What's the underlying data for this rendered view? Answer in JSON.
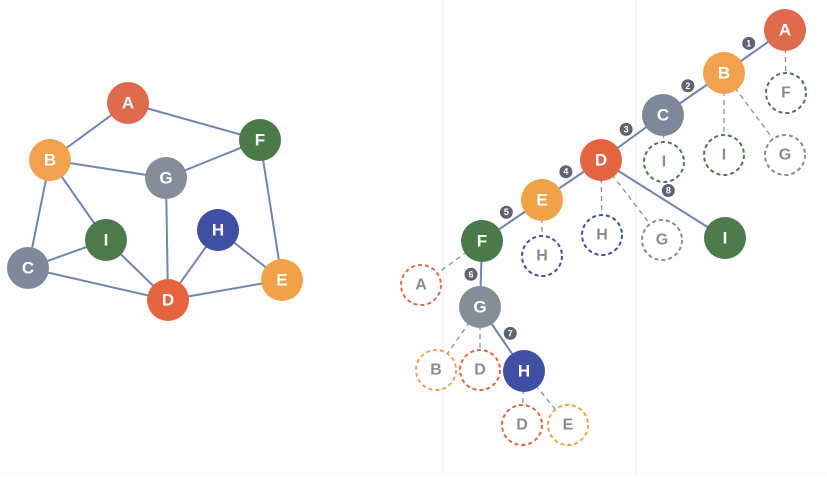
{
  "colors": {
    "A": "#e06a4e",
    "B": "#f2a14f",
    "C": "#7d8898",
    "D": "#e5643f",
    "E": "#f0a248",
    "F": "#4a7a48",
    "G": "#858d99",
    "H": "#3f4fa3",
    "I": "#4d7a4b"
  },
  "graph": {
    "nodes": [
      {
        "id": "A",
        "label": "A"
      },
      {
        "id": "B",
        "label": "B"
      },
      {
        "id": "C",
        "label": "C"
      },
      {
        "id": "D",
        "label": "D"
      },
      {
        "id": "E",
        "label": "E"
      },
      {
        "id": "F",
        "label": "F"
      },
      {
        "id": "G",
        "label": "G"
      },
      {
        "id": "H",
        "label": "H"
      },
      {
        "id": "I",
        "label": "I"
      }
    ],
    "edges": [
      [
        "A",
        "B"
      ],
      [
        "A",
        "F"
      ],
      [
        "B",
        "G"
      ],
      [
        "B",
        "I"
      ],
      [
        "B",
        "C"
      ],
      [
        "C",
        "I"
      ],
      [
        "C",
        "D"
      ],
      [
        "I",
        "D"
      ],
      [
        "G",
        "F"
      ],
      [
        "G",
        "D"
      ],
      [
        "F",
        "E"
      ],
      [
        "H",
        "D"
      ],
      [
        "H",
        "E"
      ],
      [
        "D",
        "E"
      ]
    ]
  },
  "tree": {
    "nodes": [
      {
        "id": "tA",
        "label": "A",
        "color_key": "A",
        "ghost": false
      },
      {
        "id": "tB",
        "label": "B",
        "color_key": "B",
        "ghost": false
      },
      {
        "id": "tC",
        "label": "C",
        "color_key": "C",
        "ghost": false
      },
      {
        "id": "tD",
        "label": "D",
        "color_key": "D",
        "ghost": false
      },
      {
        "id": "tE",
        "label": "E",
        "color_key": "E",
        "ghost": false
      },
      {
        "id": "tF",
        "label": "F",
        "color_key": "F",
        "ghost": false
      },
      {
        "id": "tG",
        "label": "G",
        "color_key": "G",
        "ghost": false
      },
      {
        "id": "tH",
        "label": "H",
        "color_key": "H",
        "ghost": false
      },
      {
        "id": "tI",
        "label": "I",
        "color_key": "I",
        "ghost": false
      },
      {
        "id": "gF1",
        "label": "F",
        "color_key": "F",
        "ghost": true
      },
      {
        "id": "gI1",
        "label": "I",
        "color_key": "I",
        "ghost": true
      },
      {
        "id": "gG1",
        "label": "G",
        "color_key": "G",
        "ghost": true
      },
      {
        "id": "gI2",
        "label": "I",
        "color_key": "I",
        "ghost": true
      },
      {
        "id": "gH1",
        "label": "H",
        "color_key": "H",
        "ghost": true
      },
      {
        "id": "gG2",
        "label": "G",
        "color_key": "G",
        "ghost": true
      },
      {
        "id": "gH2",
        "label": "H",
        "color_key": "H",
        "ghost": true
      },
      {
        "id": "gA1",
        "label": "A",
        "color_key": "A",
        "ghost": true
      },
      {
        "id": "gB1",
        "label": "B",
        "color_key": "B",
        "ghost": true
      },
      {
        "id": "gD1",
        "label": "D",
        "color_key": "D",
        "ghost": true
      },
      {
        "id": "gD2",
        "label": "D",
        "color_key": "D",
        "ghost": true
      },
      {
        "id": "gE1",
        "label": "E",
        "color_key": "E",
        "ghost": true
      }
    ],
    "edges": [
      {
        "from": "tA",
        "to": "tB",
        "step": "1"
      },
      {
        "from": "tB",
        "to": "tC",
        "step": "2"
      },
      {
        "from": "tC",
        "to": "tD",
        "step": "3"
      },
      {
        "from": "tD",
        "to": "tE",
        "step": "4"
      },
      {
        "from": "tE",
        "to": "tF",
        "step": "5"
      },
      {
        "from": "tF",
        "to": "tG",
        "step": "6"
      },
      {
        "from": "tG",
        "to": "tH",
        "step": "7"
      },
      {
        "from": "tD",
        "to": "tI",
        "step": "8"
      }
    ],
    "dashed_edges": [
      [
        "tA",
        "gF1"
      ],
      [
        "tB",
        "gI1"
      ],
      [
        "tB",
        "gG1"
      ],
      [
        "tC",
        "gI2"
      ],
      [
        "tD",
        "gH1"
      ],
      [
        "tD",
        "gG2"
      ],
      [
        "tE",
        "gH2"
      ],
      [
        "tF",
        "gA1"
      ],
      [
        "tG",
        "gB1"
      ],
      [
        "tG",
        "gD1"
      ],
      [
        "tH",
        "gD2"
      ],
      [
        "tH",
        "gE1"
      ]
    ]
  }
}
